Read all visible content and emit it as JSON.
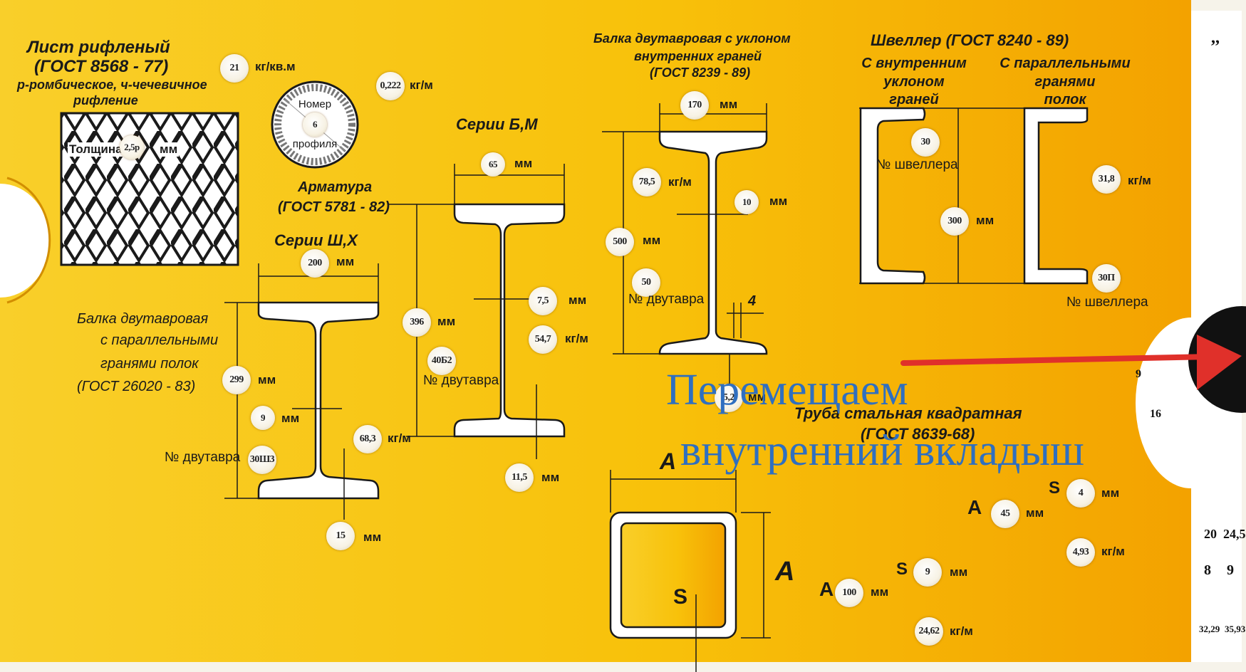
{
  "sheet": {
    "title_1": "Лист  рифленый",
    "title_2": "(ГОСТ 8568 - 77)",
    "subtitle_1": "р-ромбическое, ч-чечевичное",
    "subtitle_2": "рифление",
    "thickness_label": "Толщина",
    "thickness_value": "2,5р",
    "thickness_unit": "мм",
    "mass_area_value": "21",
    "mass_area_unit": "кг/кв.м",
    "mass_value": "0,222",
    "mass_unit": "кг/м"
  },
  "rebar": {
    "profile_word_1": "Номер",
    "profile_number": "6",
    "profile_word_2": "профиля",
    "title": "Арматура",
    "gost": "(ГОСТ 5781 - 82)"
  },
  "beam_parallel": {
    "series": "Серии Ш,Х",
    "width_value": "200",
    "width_unit": "мм",
    "title_1": "Балка двутавровая",
    "title_2": "с параллельными",
    "title_3": "гранями полок",
    "gost": "(ГОСТ 26020 - 83)",
    "height_value": "299",
    "height_unit": "мм",
    "web_value": "9",
    "web_unit": "мм",
    "number_label": "№ двутавра",
    "number_value": "30Ш3",
    "mass_value": "68,3",
    "mass_unit": "кг/м",
    "flange_value": "15",
    "flange_unit": "мм"
  },
  "beam_bm": {
    "series": "Серии Б,М",
    "width_value": "65",
    "width_unit": "мм",
    "height_value": "396",
    "height_unit": "мм",
    "number_value": "40Б2",
    "number_label": "№ двутавра",
    "web_value": "7,5",
    "web_unit": "мм",
    "mass_value": "54,7",
    "mass_unit": "кг/м",
    "flange_value": "11,5",
    "flange_unit": "мм"
  },
  "beam_slope": {
    "title_1": "Балка двутавровая с уклоном",
    "title_2": "внутренних граней",
    "gost": "(ГОСТ 8239 - 89)",
    "width_value": "170",
    "width_unit": "мм",
    "mass_value": "78,5",
    "mass_unit": "кг/м",
    "web_value": "10",
    "web_unit": "мм",
    "height_value": "500",
    "height_unit": "мм",
    "number_value": "50",
    "number_label": "№ двутавра",
    "flange_label": "4",
    "extra_value": "5,2",
    "extra_unit": "мм"
  },
  "channel": {
    "title": "Швеллер (ГОСТ 8240 - 89)",
    "left_1": "С внутренним",
    "left_2": "уклоном",
    "left_3": "граней",
    "right_1": "С параллельными",
    "right_2": "гранями",
    "right_3": "полок",
    "number_value": "30",
    "number_label": "№ швеллера",
    "height_value": "300",
    "height_unit": "мм",
    "mass_value": "31,8",
    "mass_unit": "кг/м",
    "number2_value": "30П",
    "number2_label": "№ швеллера"
  },
  "tube": {
    "title": "Труба стальная квадратная",
    "gost": "(ГОСТ 8639-68)",
    "letter_a": "А",
    "letter_s": "S",
    "a1_value": "100",
    "a1_unit": "мм",
    "s1_value": "9",
    "s1_unit": "мм",
    "mass1_value": "24,62",
    "mass1_unit": "кг/м",
    "a2_value": "45",
    "a2_unit": "мм",
    "s2_value": "4",
    "s2_unit": "мм",
    "mass2_value": "4,93",
    "mass2_unit": "кг/м"
  },
  "insert_strip": {
    "top_mark": ",,",
    "n9": "9",
    "n16": "16",
    "n20": "20",
    "n245": "24,5",
    "n8": "8",
    "n9b": "9",
    "n3229": "32,29",
    "n3593": "35,93"
  },
  "overlay": {
    "line_1": "Перемещаем",
    "line_2": "внутренний вкладыш"
  },
  "colors": {
    "card_yellow": "#f7c200",
    "card_orange": "#f5a300",
    "overlay_text": "#2f6fc0",
    "arrow": "#e0302a"
  }
}
